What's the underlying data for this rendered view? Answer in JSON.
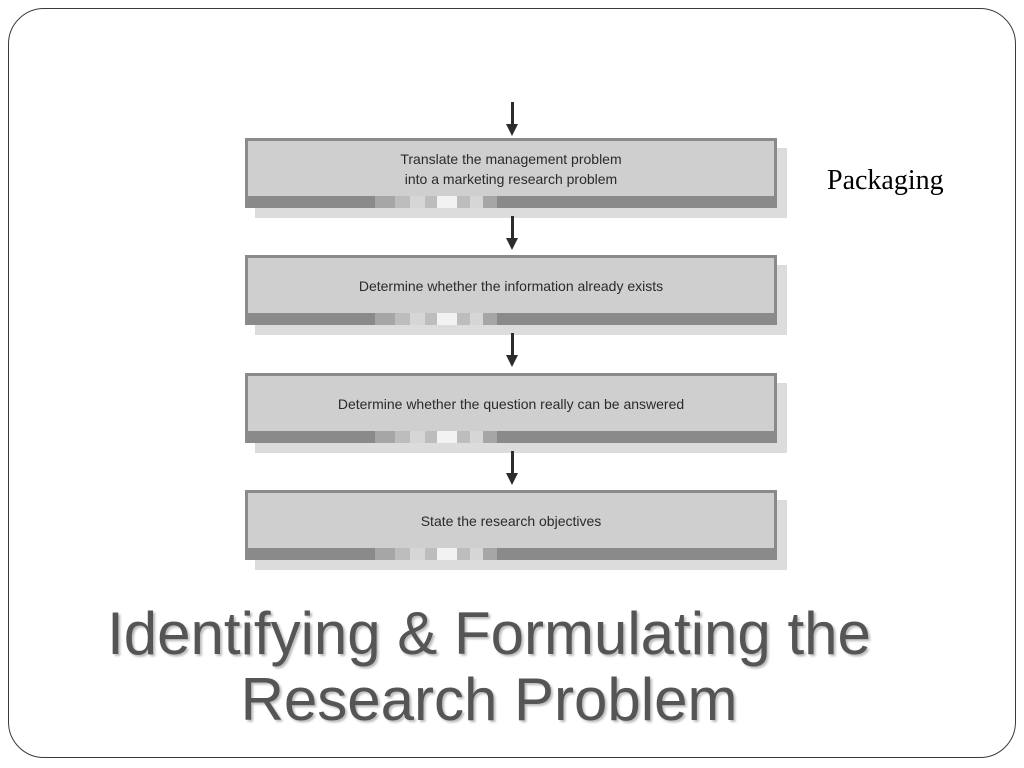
{
  "flowchart": {
    "steps": [
      {
        "text": "Translate the management problem\ninto a marketing research problem"
      },
      {
        "text": "Determine whether the information already exists"
      },
      {
        "text": "Determine whether the question really can be answered"
      },
      {
        "text": "State the research objectives"
      }
    ],
    "side_label": "Packaging"
  },
  "title": {
    "line1": "Identifying & Formulating the",
    "line2": "Research Problem"
  },
  "colors": {
    "title_text": "#555555",
    "box_fill": "#cfcfcf",
    "box_border": "#8a8a8a",
    "arrow": "#2c2c2c"
  }
}
